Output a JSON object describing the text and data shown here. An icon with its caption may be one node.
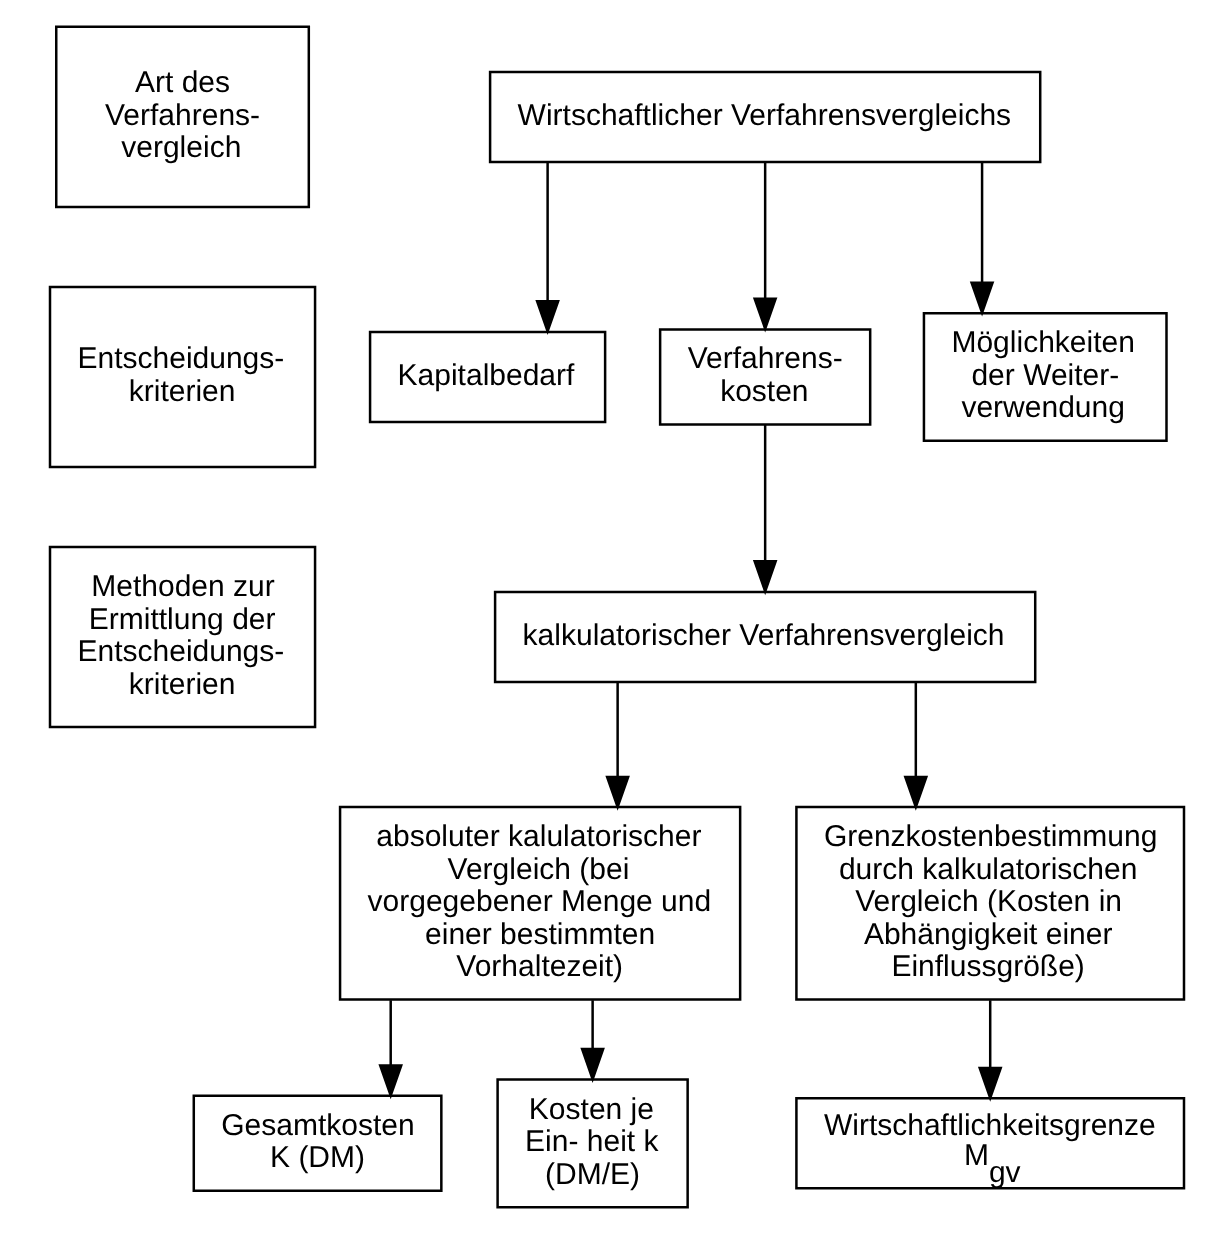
{
  "diagram": {
    "nodes": [
      {
        "text": [
          "Art des Verfahrens- vergleich"
        ]
      },
      {
        "text": [
          "Wirtschaftlicher Verfahrensvergleichs"
        ]
      },
      {
        "text": [
          "Entscheidungs- kriterien"
        ]
      },
      {
        "text": [
          "Kapitalbedarf"
        ]
      },
      {
        "text": [
          "Verfahrens- kosten"
        ]
      },
      {
        "text": [
          "Möglichkeiten der Weiter- verwendung"
        ]
      },
      {
        "text": [
          "Methoden zur Ermittlung der Entscheidungs- kriterien"
        ]
      },
      {
        "text": [
          "kalkulatorischer Verfahrensvergleich"
        ]
      },
      {
        "text": [
          "absoluter kalulatorischer Vergleich (bei vorgegebener Menge und einer bestimmten Vorhaltezeit)"
        ]
      },
      {
        "text": [
          "Grenzkostenbestimmung durch kalkulatorischen Vergleich (Kosten in Abhängigkeit einer Einflussgröße)"
        ]
      },
      {
        "text": [
          "Gesamtkosten K (DM)"
        ]
      },
      {
        "text": [
          "Kosten je Ein- heit k (DM/E)"
        ]
      },
      {
        "text": [
          "Wirtschaftlichkeitsgrenze M$_{gv}$"
        ]
      }
    ],
    "edges": [
      {
        "from": 1,
        "to": 3,
        "arrow": "to"
      },
      {
        "from": 1,
        "to": 4,
        "arrow": "to"
      },
      {
        "from": 1,
        "to": 5,
        "arrow": "to"
      },
      {
        "from": 4,
        "to": 7,
        "arrow": "to"
      },
      {
        "from": 7,
        "to": 8,
        "arrow": "to"
      },
      {
        "from": 7,
        "to": 9,
        "arrow": "to"
      },
      {
        "from": 8,
        "to": 10,
        "arrow": "to"
      },
      {
        "from": 8,
        "to": 11,
        "arrow": "to"
      },
      {
        "from": 9,
        "to": 12,
        "arrow": "to"
      }
    ]
  }
}
